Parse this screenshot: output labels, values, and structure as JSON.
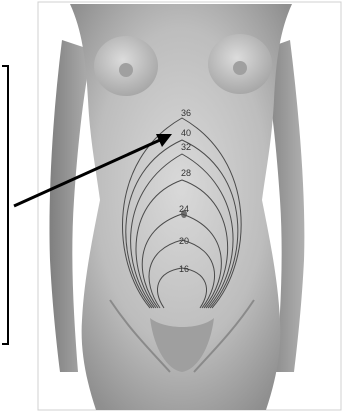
{
  "figure": {
    "fundal_height_labels": [
      "36",
      "40",
      "32",
      "28",
      "24",
      "20",
      "16"
    ],
    "illustration": "grayscale-female-torso",
    "arrow_target_label": "40",
    "colors": {
      "background": "#ffffff",
      "skin_light": "#d6d6d6",
      "skin_mid": "#b3b3b3",
      "skin_dark": "#8c8c8c",
      "contour_line": "#4a4a4a",
      "arrow": "#000000",
      "bracket": "#000000"
    }
  }
}
